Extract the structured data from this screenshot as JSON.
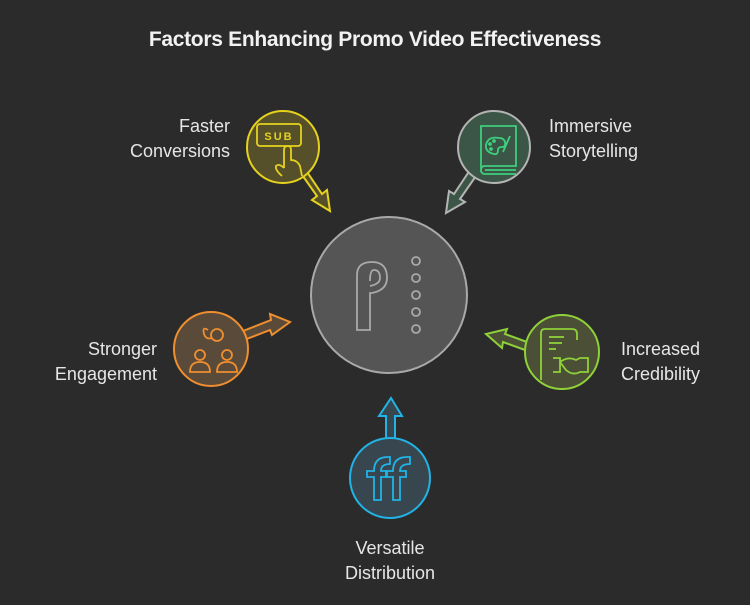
{
  "title": "Factors Enhancing Promo Video Effectiveness",
  "center": {
    "icon": "pipedrive-p-icon",
    "fill": "#555555",
    "stroke": "#a9a9a9"
  },
  "factors": [
    {
      "line1": "Faster",
      "line2": "Conversions",
      "icon": "subscribe-click-icon",
      "color": "#e6d21e",
      "fill": "#56502a"
    },
    {
      "line1": "Immersive",
      "line2": "Storytelling",
      "icon": "art-book-icon",
      "color": "#3ecf7e",
      "fill": "#3b5646",
      "stroke": "#b4b4b4"
    },
    {
      "line1": "Stronger",
      "line2": "Engagement",
      "icon": "people-connection-icon",
      "color": "#ef8f2f",
      "fill": "#5a4a3a"
    },
    {
      "line1": "Increased",
      "line2": "Credibility",
      "icon": "contract-handshake-icon",
      "color": "#8fd13a",
      "fill": "#4b4f35"
    },
    {
      "line1": "Versatile",
      "line2": "Distribution",
      "icon": "ff-logo-icon",
      "color": "#22b4e6",
      "fill": "#38474f"
    }
  ]
}
